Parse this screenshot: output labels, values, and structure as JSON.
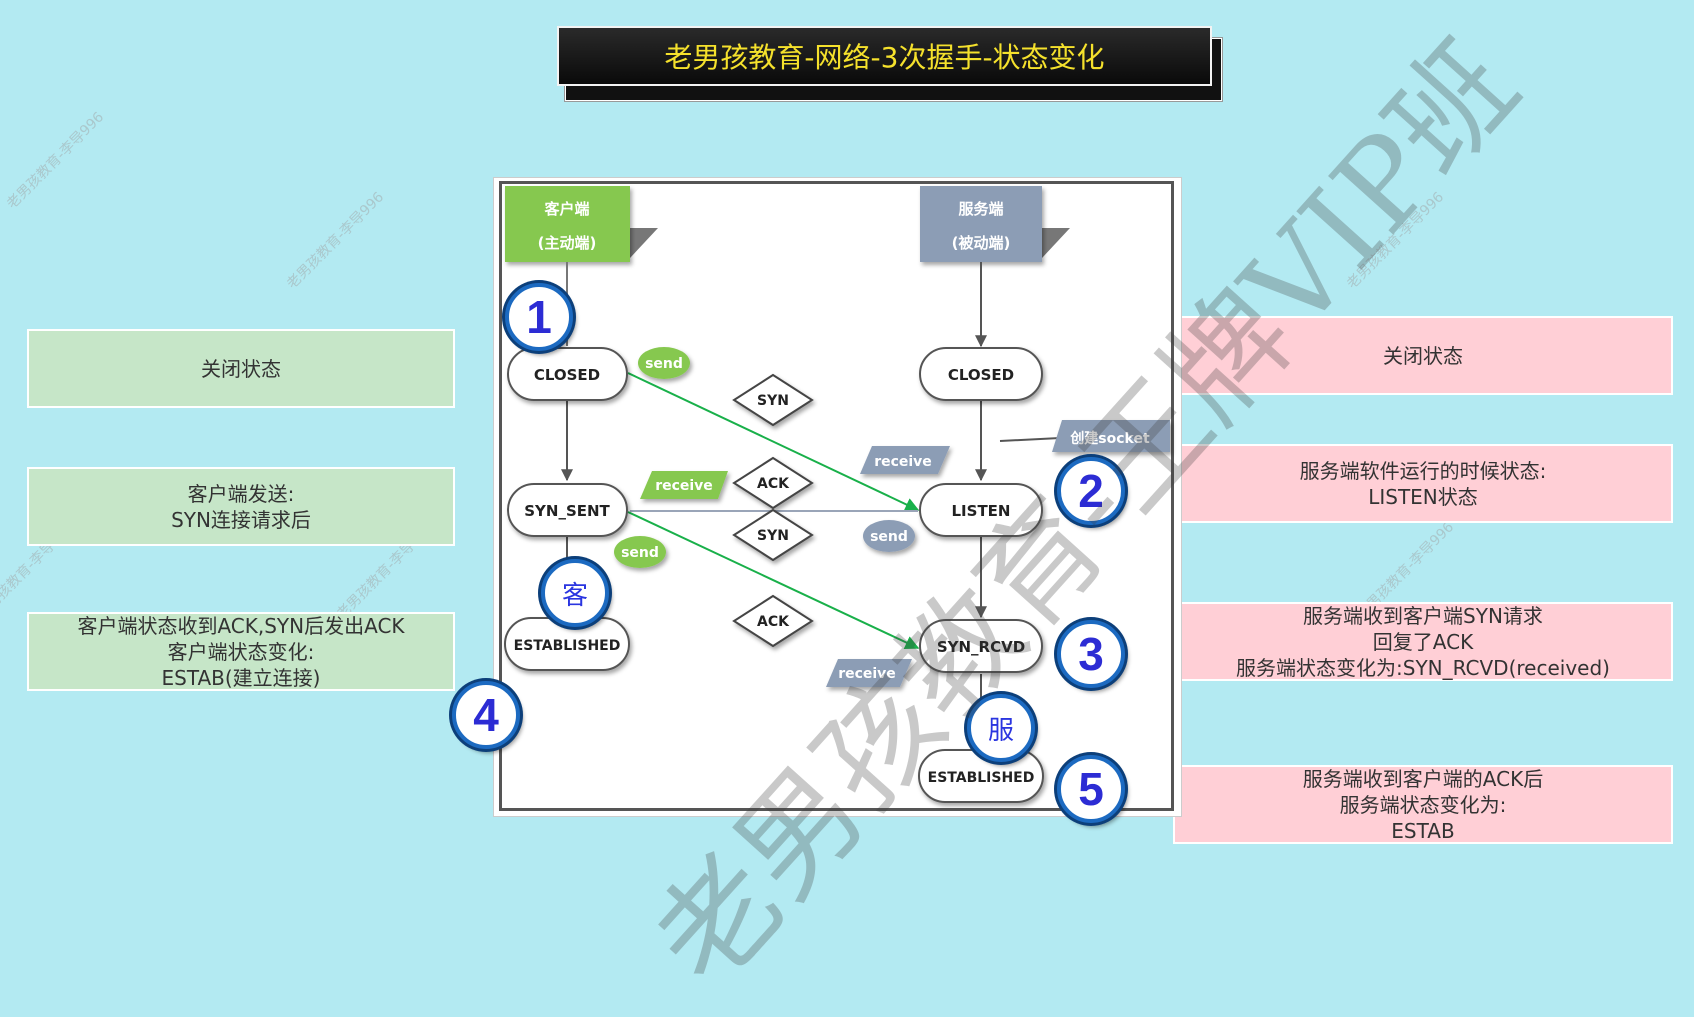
{
  "title": "老男孩教育-网络-3次握手-状态变化",
  "left_notes": [
    "关闭状态",
    "客户端发送:\nSYN连接请求后",
    "客户端状态收到ACK,SYN后发出ACK\n客户端状态变化:\nESTAB(建立连接)"
  ],
  "right_notes": [
    "关闭状态",
    "服务端软件运行的时候状态:\nLISTEN状态",
    "服务端收到客户端SYN请求\n回复了ACK\n服务端状态变化为:SYN_RCVD(received)",
    "服务端收到客户端的ACK后\n服务端状态变化为:\nESTAB"
  ],
  "diagram": {
    "client_header": [
      "客户端",
      "(主动端)"
    ],
    "server_header": [
      "服务端",
      "(被动端)"
    ],
    "client_states": [
      "CLOSED",
      "SYN_SENT",
      "ESTABLISHED"
    ],
    "server_states": [
      "CLOSED",
      "LISTEN",
      "SYN_RCVD",
      "ESTABLISHED"
    ],
    "packets": [
      "SYN",
      "ACK",
      "SYN",
      "ACK"
    ],
    "labels": {
      "send": "send",
      "receive": "receive",
      "create_socket": "创建socket"
    }
  },
  "badges": [
    "1",
    "2",
    "3",
    "4",
    "5"
  ],
  "role_badges": [
    "客",
    "服"
  ],
  "watermark_small": "老男孩教育-李导996",
  "watermark_big": "老男孩教育-王牌VIP班",
  "colors": {
    "background": "#b3eaf2",
    "title_text": "#f5e12c",
    "client": "#86c850",
    "server": "#8c9db5",
    "arrow_green": "#19b04a",
    "badge_blue": "#2c2cd4"
  }
}
